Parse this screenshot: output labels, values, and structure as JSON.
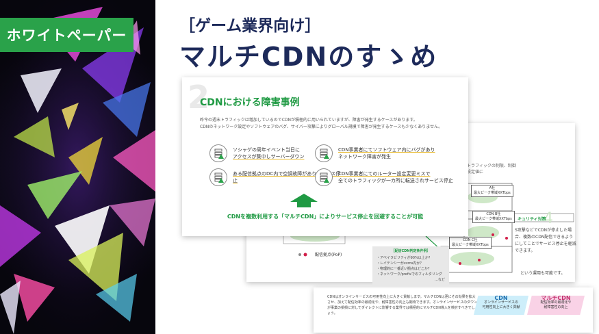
{
  "badge": "ホワイトペーパー",
  "title": {
    "bracket": "［ゲーム業界向け］",
    "main": "マルチCDNのすゝめ"
  },
  "page1": {
    "number": "2",
    "heading": "CDNにおける障害事例",
    "body": [
      "昨今の週末トラフィックは増加しているのでCDNが積極的に用いられていますが、障害が発生するケースがあります。",
      "CDNのネットワーク設定やソフトウェアのバグ、サイバー攻撃によりグローバル規模で障害が発生するケースも少なくありません。"
    ],
    "cases": [
      {
        "line1": "ソシャゲの周年イベント当日に",
        "line2": "アクセスが集中しサーバーダウン"
      },
      {
        "line1": "CDN事業者にてソフトウェア内にバグがあり",
        "line2": "ネットワーク障害が発生"
      },
      {
        "line1": "ある配信拠点のDC内で空調故障がありサービス停止",
        "line2": ""
      },
      {
        "line1": "CDN事業者にてのルーター設定変更ミスで",
        "line2": "全てのトラフィックが一カ所に転送されサービス停止"
      }
    ],
    "conclusion": "CDNを複数利用する「マルチCDN」によりサービス停止を回避することが可能"
  },
  "page2": {
    "top_note": [
      "トラフィックの制限、制御",
      "設定値に"
    ],
    "boxes": [
      {
        "l1": "A社",
        "l2": "最大ピーク帯域XXTbps"
      },
      {
        "l1": "CDN B社",
        "l2": "最大ピーク帯域XXTbps"
      },
      {
        "l1": "CDN C社",
        "l2": "最大ピーク帯域XXTbps"
      }
    ],
    "checklist_title": "［配信CDN判定条件例］",
    "checklist": [
      "・アベイラビリティが90%以上か？",
      "・レイテンシーがxxms内か？",
      "・物理的に一番近い拠点はどこか？",
      "・ネットワーク/prefixでのフィルタリング",
      "…など"
    ],
    "pop_label": "配信拠点(PoP)",
    "section_num": "4",
    "section_title": "キュリティ対策",
    "section_body": "S攻撃などでCDNが停止した場合、複数のCDN配信できるようにしてことでサービス停止を軽減できます。",
    "foot_note": "という運用も可能です。"
  },
  "page3": {
    "body": "CDNはオンラインサービスの可用性向上に大きく貢献します。マルチCDNは更にその効果を拡大させ、加えて配信効率の最適化や、耐障害性の向上も期待できます。オンラインサービスのダウンが事業の損損に対してダイレクトに影響する業界では積極的にマルチCDN導入を検討すべきでしょう。",
    "pill_cdn": {
      "title": "CDN",
      "line1": "オンラインサービスの",
      "line2": "可用性向上に大きく貢献"
    },
    "pill_multi": {
      "title": "マルチCDN",
      "line1": "配信効率の最適化や",
      "line2": "耐障害性の向上"
    }
  },
  "colors": {
    "green": "#2aa24a",
    "navy": "#1d2a5a",
    "accent_yellow": "#e9b92b"
  }
}
